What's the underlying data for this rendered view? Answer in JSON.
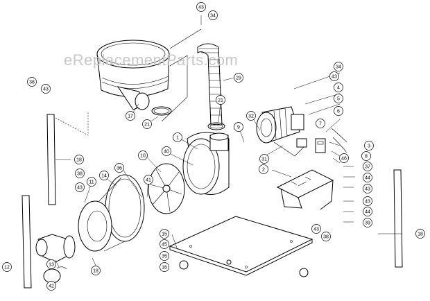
{
  "watermark": "eReplacementParts.com",
  "callouts": [
    "43",
    "34",
    "38",
    "43",
    "34",
    "43",
    "4",
    "5",
    "6",
    "7",
    "3",
    "8",
    "46",
    "37",
    "44",
    "43",
    "43",
    "44",
    "39",
    "29",
    "21",
    "17",
    "21",
    "32",
    "9",
    "1",
    "10",
    "40",
    "41",
    "36",
    "14",
    "11",
    "18",
    "38",
    "43",
    "2",
    "31",
    "15",
    "45",
    "35",
    "16",
    "43",
    "38",
    "18",
    "12",
    "13",
    "42",
    "18"
  ]
}
